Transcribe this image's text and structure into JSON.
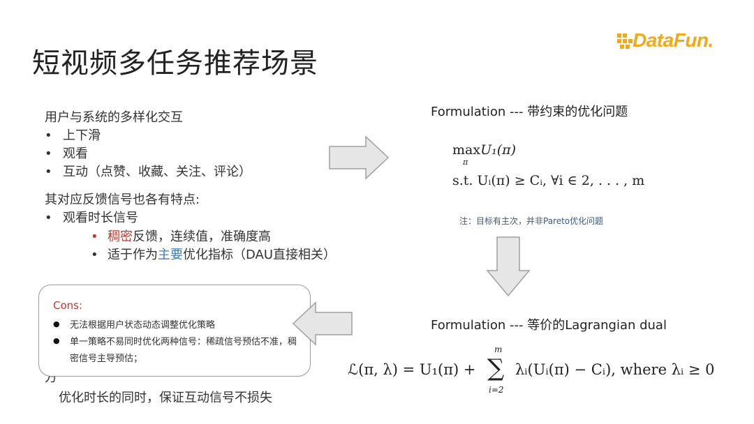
{
  "slide": {
    "title": "短视频多任务推荐场景",
    "logo_text": "DataFun."
  },
  "left": {
    "heading1": "用户与系统的多样化交互",
    "bullets1": [
      "上下滑",
      "观看",
      "互动（点赞、收藏、关注、评论）"
    ],
    "heading2": "其对应反馈信号也各有特点:",
    "bullet2": "观看时长信号",
    "sub1_red": "稠密",
    "sub1_rest": "反馈，连续值，准确度高",
    "sub2_pre": "适于作为",
    "sub2_blue": "主要",
    "sub2_rest": "优化指标（DAU直接相关）",
    "partial_line": "方",
    "bottom_line": "优化时长的同时，保证互动信号不损失"
  },
  "cons": {
    "title": "Cons:",
    "items": [
      "无法根据用户状态动态调整优化策略",
      "单一策略不易同时优化两种信号：稀疏信号预估不准，稠密信号主导预估；"
    ]
  },
  "right": {
    "formulation1": "Formulation --- 带约束的优化问题",
    "note": "注：目标有主次，并非Pareto优化问题",
    "formulation2": "Formulation --- 等价的Lagrangian dual",
    "eq_max": "max",
    "eq_max_sub": "π",
    "eq_obj": "U₁(π)",
    "eq_st": "s.t. Uᵢ(π) ≥ Cᵢ, ∀i ∈ 2, . . . , m",
    "lagr_lhs": "ℒ(π, λ) = U₁(π) +",
    "lagr_sum": "∑",
    "lagr_sum_top": "m",
    "lagr_sum_bot": "i=2",
    "lagr_rhs": "λᵢ(Uᵢ(π) − Cᵢ),  where λᵢ ≥ 0"
  },
  "colors": {
    "accent_red": "#c0392b",
    "accent_blue": "#2f80c8",
    "logo": "#f0a81c",
    "arrow_fill": "#e6e6e6",
    "arrow_stroke": "#a0a0a0"
  }
}
